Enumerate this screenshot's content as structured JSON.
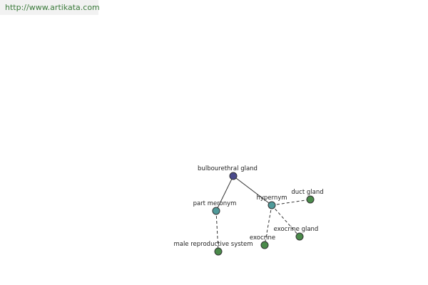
{
  "banner": {
    "url": "http://www.artikata.com"
  },
  "colors": {
    "root_node": "#4a4a8c",
    "relation_node": "#4f9a9a",
    "leaf_node": "#4a8a4a",
    "node_stroke": "#333333"
  },
  "graph": {
    "nodes": [
      {
        "id": "bulbourethral",
        "label": "bulbourethral gland",
        "kind": "root_node"
      },
      {
        "id": "part_meronym",
        "label": "part meronym",
        "kind": "relation_node"
      },
      {
        "id": "hypernym",
        "label": "hypernym",
        "kind": "relation_node"
      },
      {
        "id": "male_repro",
        "label": "male reproductive system",
        "kind": "leaf_node"
      },
      {
        "id": "duct_gland",
        "label": "duct gland",
        "kind": "leaf_node"
      },
      {
        "id": "exocrine",
        "label": "exocrine",
        "kind": "leaf_node"
      },
      {
        "id": "exocrine_gland",
        "label": "exocrine gland",
        "kind": "leaf_node"
      }
    ],
    "edges": [
      {
        "from": "bulbourethral",
        "to": "part_meronym",
        "style": "solid"
      },
      {
        "from": "bulbourethral",
        "to": "hypernym",
        "style": "solid"
      },
      {
        "from": "part_meronym",
        "to": "male_repro",
        "style": "dashed"
      },
      {
        "from": "hypernym",
        "to": "duct_gland",
        "style": "dashed"
      },
      {
        "from": "hypernym",
        "to": "exocrine",
        "style": "dashed"
      },
      {
        "from": "hypernym",
        "to": "exocrine_gland",
        "style": "dashed"
      }
    ]
  }
}
